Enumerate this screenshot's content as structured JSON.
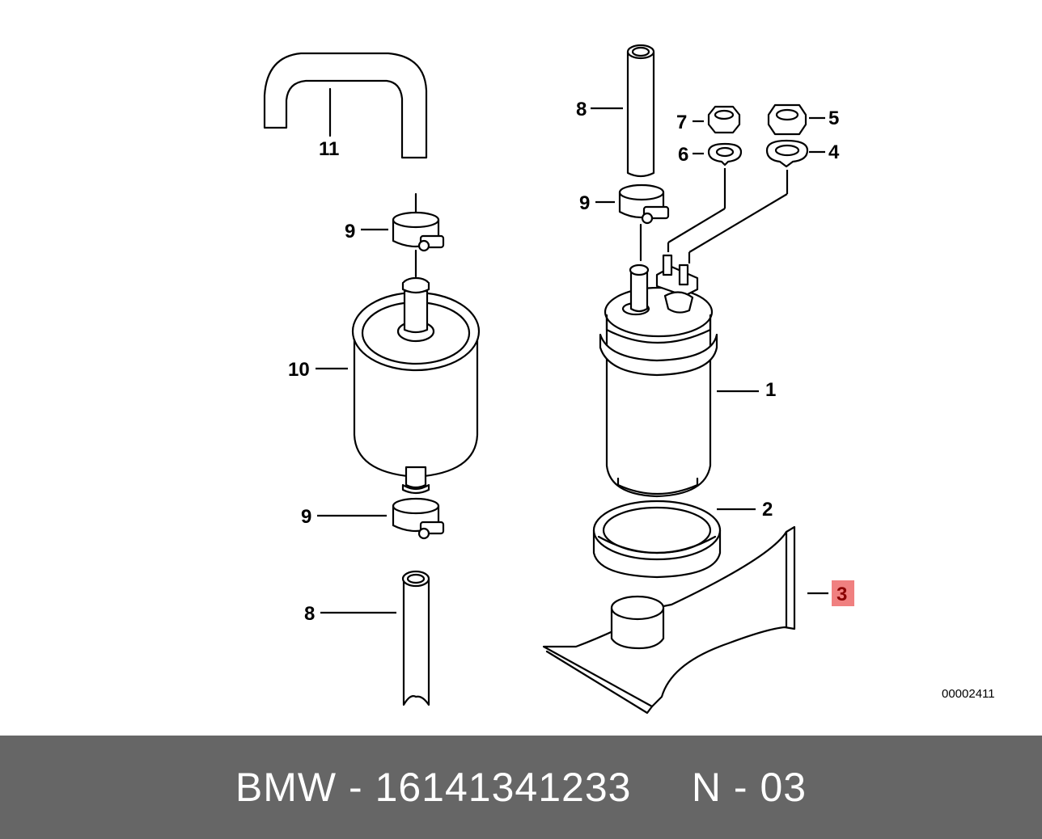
{
  "diagram": {
    "callouts": {
      "c1": "1",
      "c2": "2",
      "c3": "3",
      "c4": "4",
      "c5": "5",
      "c6": "6",
      "c7": "7",
      "c8a": "8",
      "c8b": "8",
      "c9a": "9",
      "c9b": "9",
      "c9c": "9",
      "c10": "10",
      "c11": "11"
    },
    "highlight_color": "#f08080",
    "diagram_number": "00002411"
  },
  "footer": {
    "brand": "BMW",
    "separator": "-",
    "part_number": "16141341233",
    "ref": "N - 03",
    "background": "#666666"
  }
}
